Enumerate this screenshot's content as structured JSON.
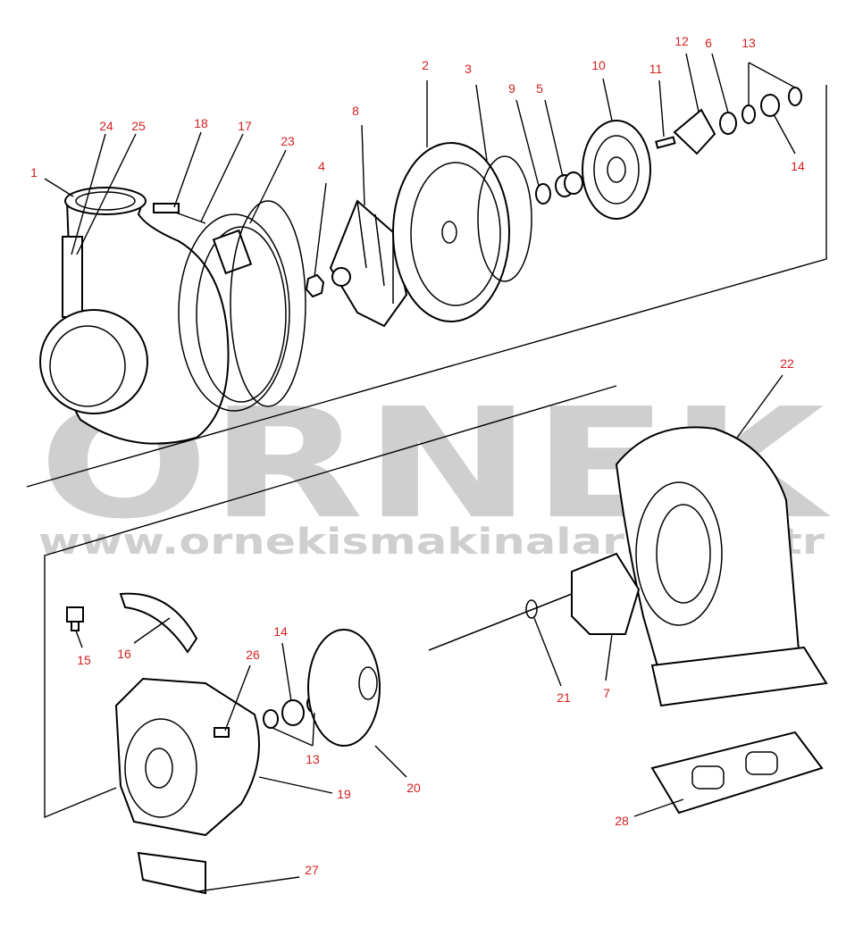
{
  "watermark": {
    "brand": "ORNEK",
    "url": "www.ornekismakinalari.com.tr",
    "color": "#cfcfcf"
  },
  "label_color": "#d42020",
  "callouts": [
    "1",
    "24",
    "25",
    "18",
    "17",
    "23",
    "4",
    "8",
    "2",
    "3",
    "9",
    "5",
    "10",
    "11",
    "12",
    "6",
    "13",
    "14",
    "22",
    "15",
    "16",
    "14",
    "26",
    "13",
    "20",
    "19",
    "21",
    "7",
    "28",
    "27"
  ]
}
